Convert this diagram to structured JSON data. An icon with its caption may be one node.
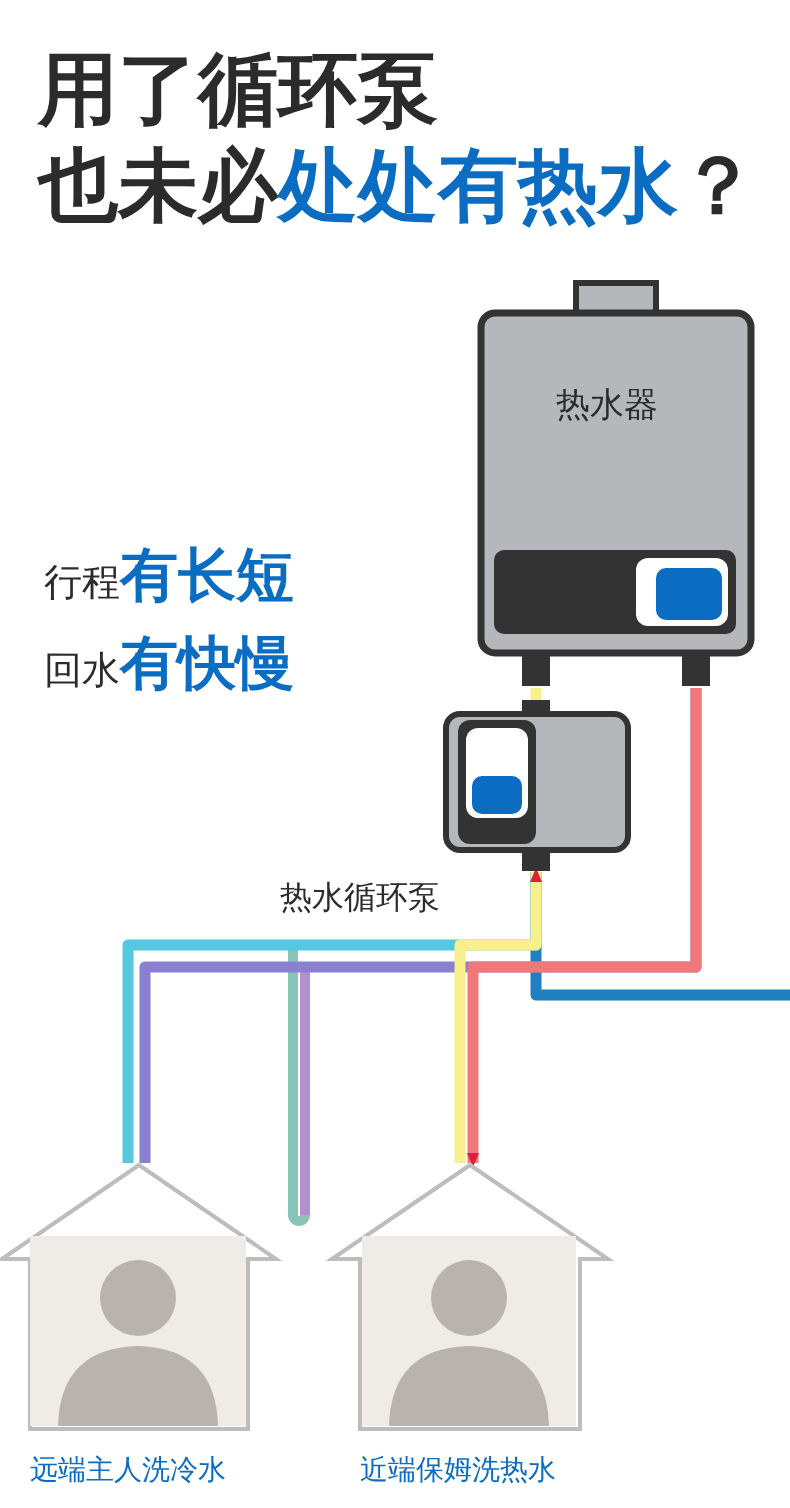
{
  "diagram": {
    "title": "用了循环泵也未必**处处有热水**？",
    "nodes": [
      {
        "text": [
          "热水器"
        ]
      },
      {
        "text": [],
        "shape": "box",
        "beside": [
          "热水循环泵"
        ]
      },
      {
        "text": [],
        "shape": "house",
        "beside": [
          "远端主人洗冷水"
        ]
      },
      {
        "text": [],
        "shape": "person",
        "in": 2
      },
      {
        "text": [],
        "shape": "house",
        "beside": [
          "近端保姆洗热水"
        ]
      },
      {
        "text": [],
        "shape": "person",
        "in": 4
      }
    ],
    "edges": [
      {
        "from": 1,
        "to": 0,
        "arrow": "none",
        "color": "#f7f08c"
      },
      {
        "from": 0,
        "to": 2,
        "arrow": "none",
        "color": "#8a7fd0"
      },
      {
        "from": 2,
        "to": 1,
        "arrow": "none",
        "color": "#55c8e0"
      },
      {
        "from": 1,
        "to": null,
        "arrow": "none",
        "color": "#1f7fc0"
      },
      {
        "from": 4,
        "to": 1,
        "arrow": "to",
        "color": "#f7f08c"
      },
      {
        "from": 0,
        "to": 4,
        "arrow": "to",
        "color": "#f07878"
      }
    ],
    "labels": [
      "行程**有长短**",
      "回水**有快慢**"
    ]
  }
}
